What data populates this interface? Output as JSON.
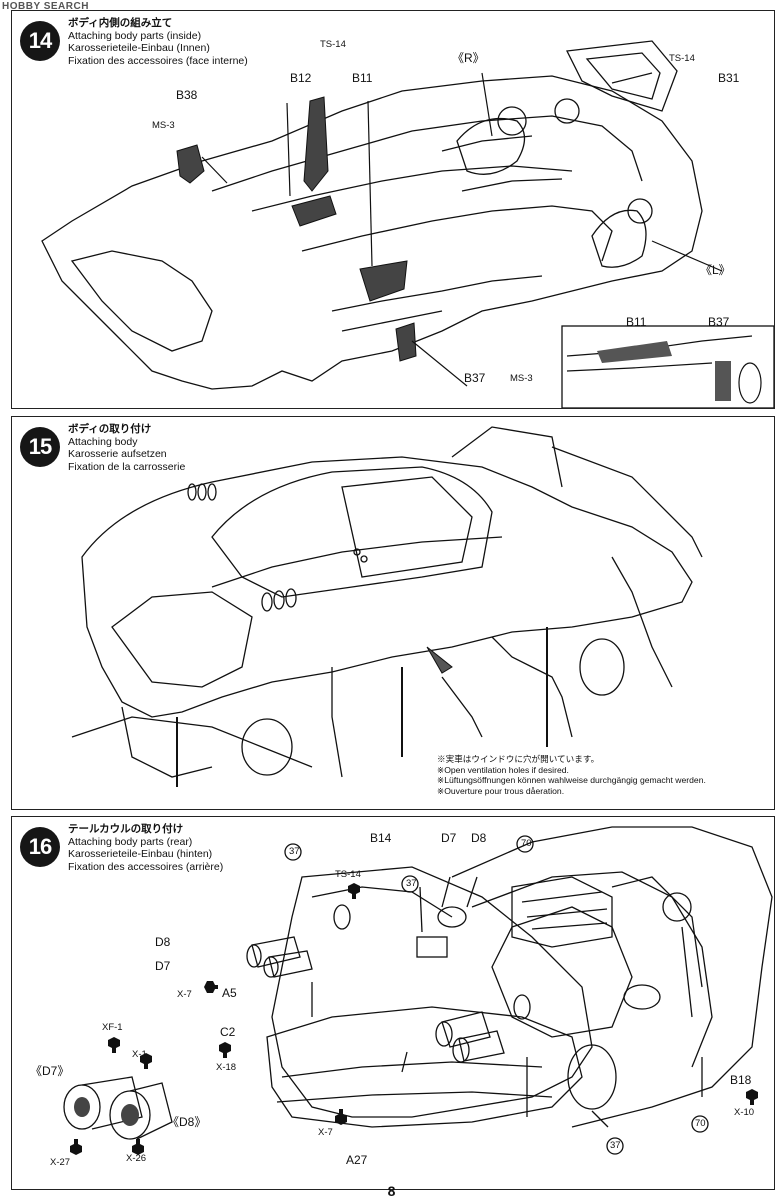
{
  "watermark": "HOBBY SEARCH",
  "page_number": "8",
  "step14": {
    "num": "14",
    "title_jp": "ボディ内側の組み立て",
    "title_en": "Attaching body parts (inside)",
    "title_de": "Karosserieteile-Einbau (Innen)",
    "title_fr": "Fixation des accessoires (face interne)",
    "labels": {
      "ts14_a": "TS-14",
      "b12": "B12",
      "b11": "B11",
      "b38": "B38",
      "ms3_a": "MS-3",
      "r": "《R》",
      "ts14_b": "TS-14",
      "b31": "B31",
      "l": "《L》",
      "b11_detail": "B11",
      "b37_detail": "B37",
      "b37": "B37",
      "ms3_b": "MS-3"
    }
  },
  "step15": {
    "num": "15",
    "title_jp": "ボディの取り付け",
    "title_en": "Attaching body",
    "title_de": "Karosserie aufsetzen",
    "title_fr": "Fixation de la carrosserie",
    "notes": [
      "※実車はウインドウに穴が開いています。",
      "※Open ventilation holes if desired.",
      "※Lüftungsöffnungen können wahlweise durchgängig gemacht werden.",
      "※Ouverture pour trous dåeration."
    ]
  },
  "step16": {
    "num": "16",
    "title_jp": "テールカウルの取り付け",
    "title_en": "Attaching body parts (rear)",
    "title_de": "Karosserieteile-Einbau (hinten)",
    "title_fr": "Fixation des accessoires (arrière)",
    "labels": {
      "c37_a": "37",
      "b14": "B14",
      "d7_top": "D7",
      "d8_top": "D8",
      "c70_a": "70",
      "ts14": "TS-14",
      "c37_b": "37",
      "d8_left": "D8",
      "d7_left": "D7",
      "x7_a": "X-7",
      "a5": "A5",
      "c2": "C2",
      "x18": "X-18",
      "xf1": "XF-1",
      "x1": "X-1",
      "d7_detail": "《D7》",
      "d8_detail": "《D8》",
      "x27": "X-27",
      "x26": "X-26",
      "x7_b": "X-7",
      "a27": "A27",
      "b18": "B18",
      "x10": "X-10",
      "c70_b": "70",
      "c37_c": "37"
    }
  }
}
